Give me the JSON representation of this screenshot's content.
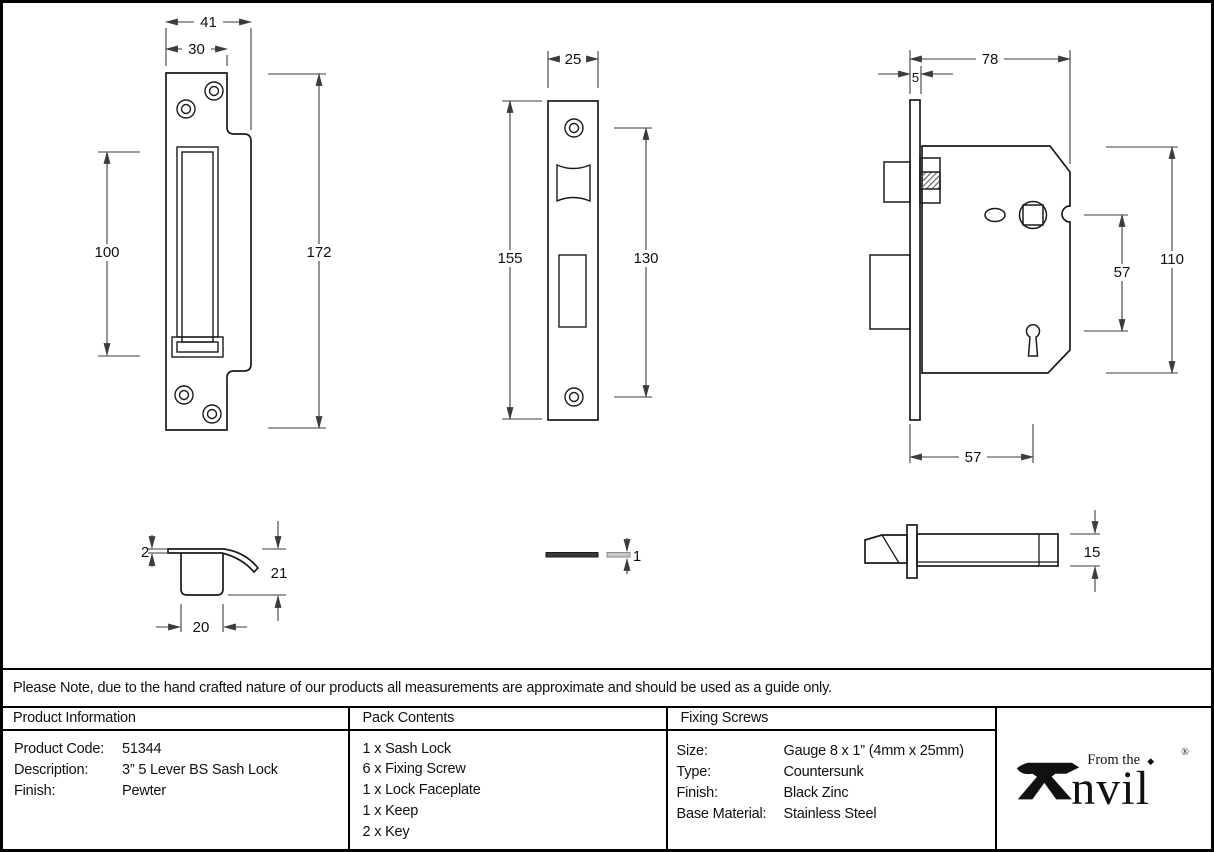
{
  "note": "Please Note, due to the hand crafted nature of our products all measurements are approximate and should be used as a guide only.",
  "table": {
    "product_information": {
      "header": "Product Information",
      "rows": [
        {
          "label": "Product Code:",
          "value": "51344"
        },
        {
          "label": "Description:",
          "value": "3” 5 Lever BS Sash Lock"
        },
        {
          "label": "Finish:",
          "value": "Pewter"
        }
      ]
    },
    "pack_contents": {
      "header": "Pack Contents",
      "items": [
        "1 x Sash Lock",
        "6 x Fixing Screw",
        "1 x Lock Faceplate",
        "1 x Keep",
        "2 x Key"
      ]
    },
    "fixing_screws": {
      "header": "Fixing Screws",
      "rows": [
        {
          "label": "Size:",
          "value": "Gauge 8 x 1” (4mm x 25mm)"
        },
        {
          "label": "Type:",
          "value": "Countersunk"
        },
        {
          "label": "Finish:",
          "value": "Black Zinc"
        },
        {
          "label": "Base Material:",
          "value": "Stainless Steel"
        }
      ]
    }
  },
  "logo": {
    "prefix": "From the",
    "diamond": "◆",
    "name_rest": "nvil",
    "registered": "®"
  },
  "dimensions": {
    "keep_front": {
      "overall_width": "41",
      "plate_width": "30",
      "cutout_height": "100",
      "overall_height": "172"
    },
    "faceplate_front": {
      "width": "25",
      "height": "155",
      "hole_centres": "130"
    },
    "lock_body": {
      "depth": "78",
      "faceplate_thickness": "5",
      "height": "110",
      "spindle_to_key": "57",
      "backset": "57"
    },
    "keep_side": {
      "plate_thickness": "2",
      "depth": "21",
      "box_width": "20"
    },
    "faceplate_edge": {
      "thickness": "1"
    },
    "lock_case": {
      "thickness": "15"
    }
  }
}
